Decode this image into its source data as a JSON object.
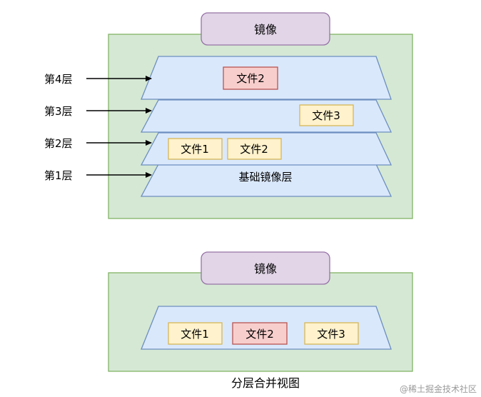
{
  "colors": {
    "container_fill": "#d5e8d4",
    "container_stroke": "#82b366",
    "image_box_fill": "#e1d5e7",
    "image_box_stroke": "#9673a6",
    "layer_fill": "#dae8fc",
    "layer_stroke": "#6c8ebf",
    "file_fill": "#fff2cc",
    "file_stroke": "#d6b656",
    "file_modified_fill": "#f8cecc",
    "file_modified_stroke": "#b85450"
  },
  "top": {
    "image_label": "镜像",
    "layer_labels": [
      "第4层",
      "第3层",
      "第2层",
      "第1层"
    ],
    "layer4_file": "文件2",
    "layer3_file": "文件3",
    "layer2_files": [
      "文件1",
      "文件2"
    ],
    "base_layer_label": "基础镜像层"
  },
  "bottom": {
    "image_label": "镜像",
    "files": [
      "文件1",
      "文件2",
      "文件3"
    ],
    "caption": "分层合并视图"
  },
  "watermark": "@稀土掘金技术社区"
}
